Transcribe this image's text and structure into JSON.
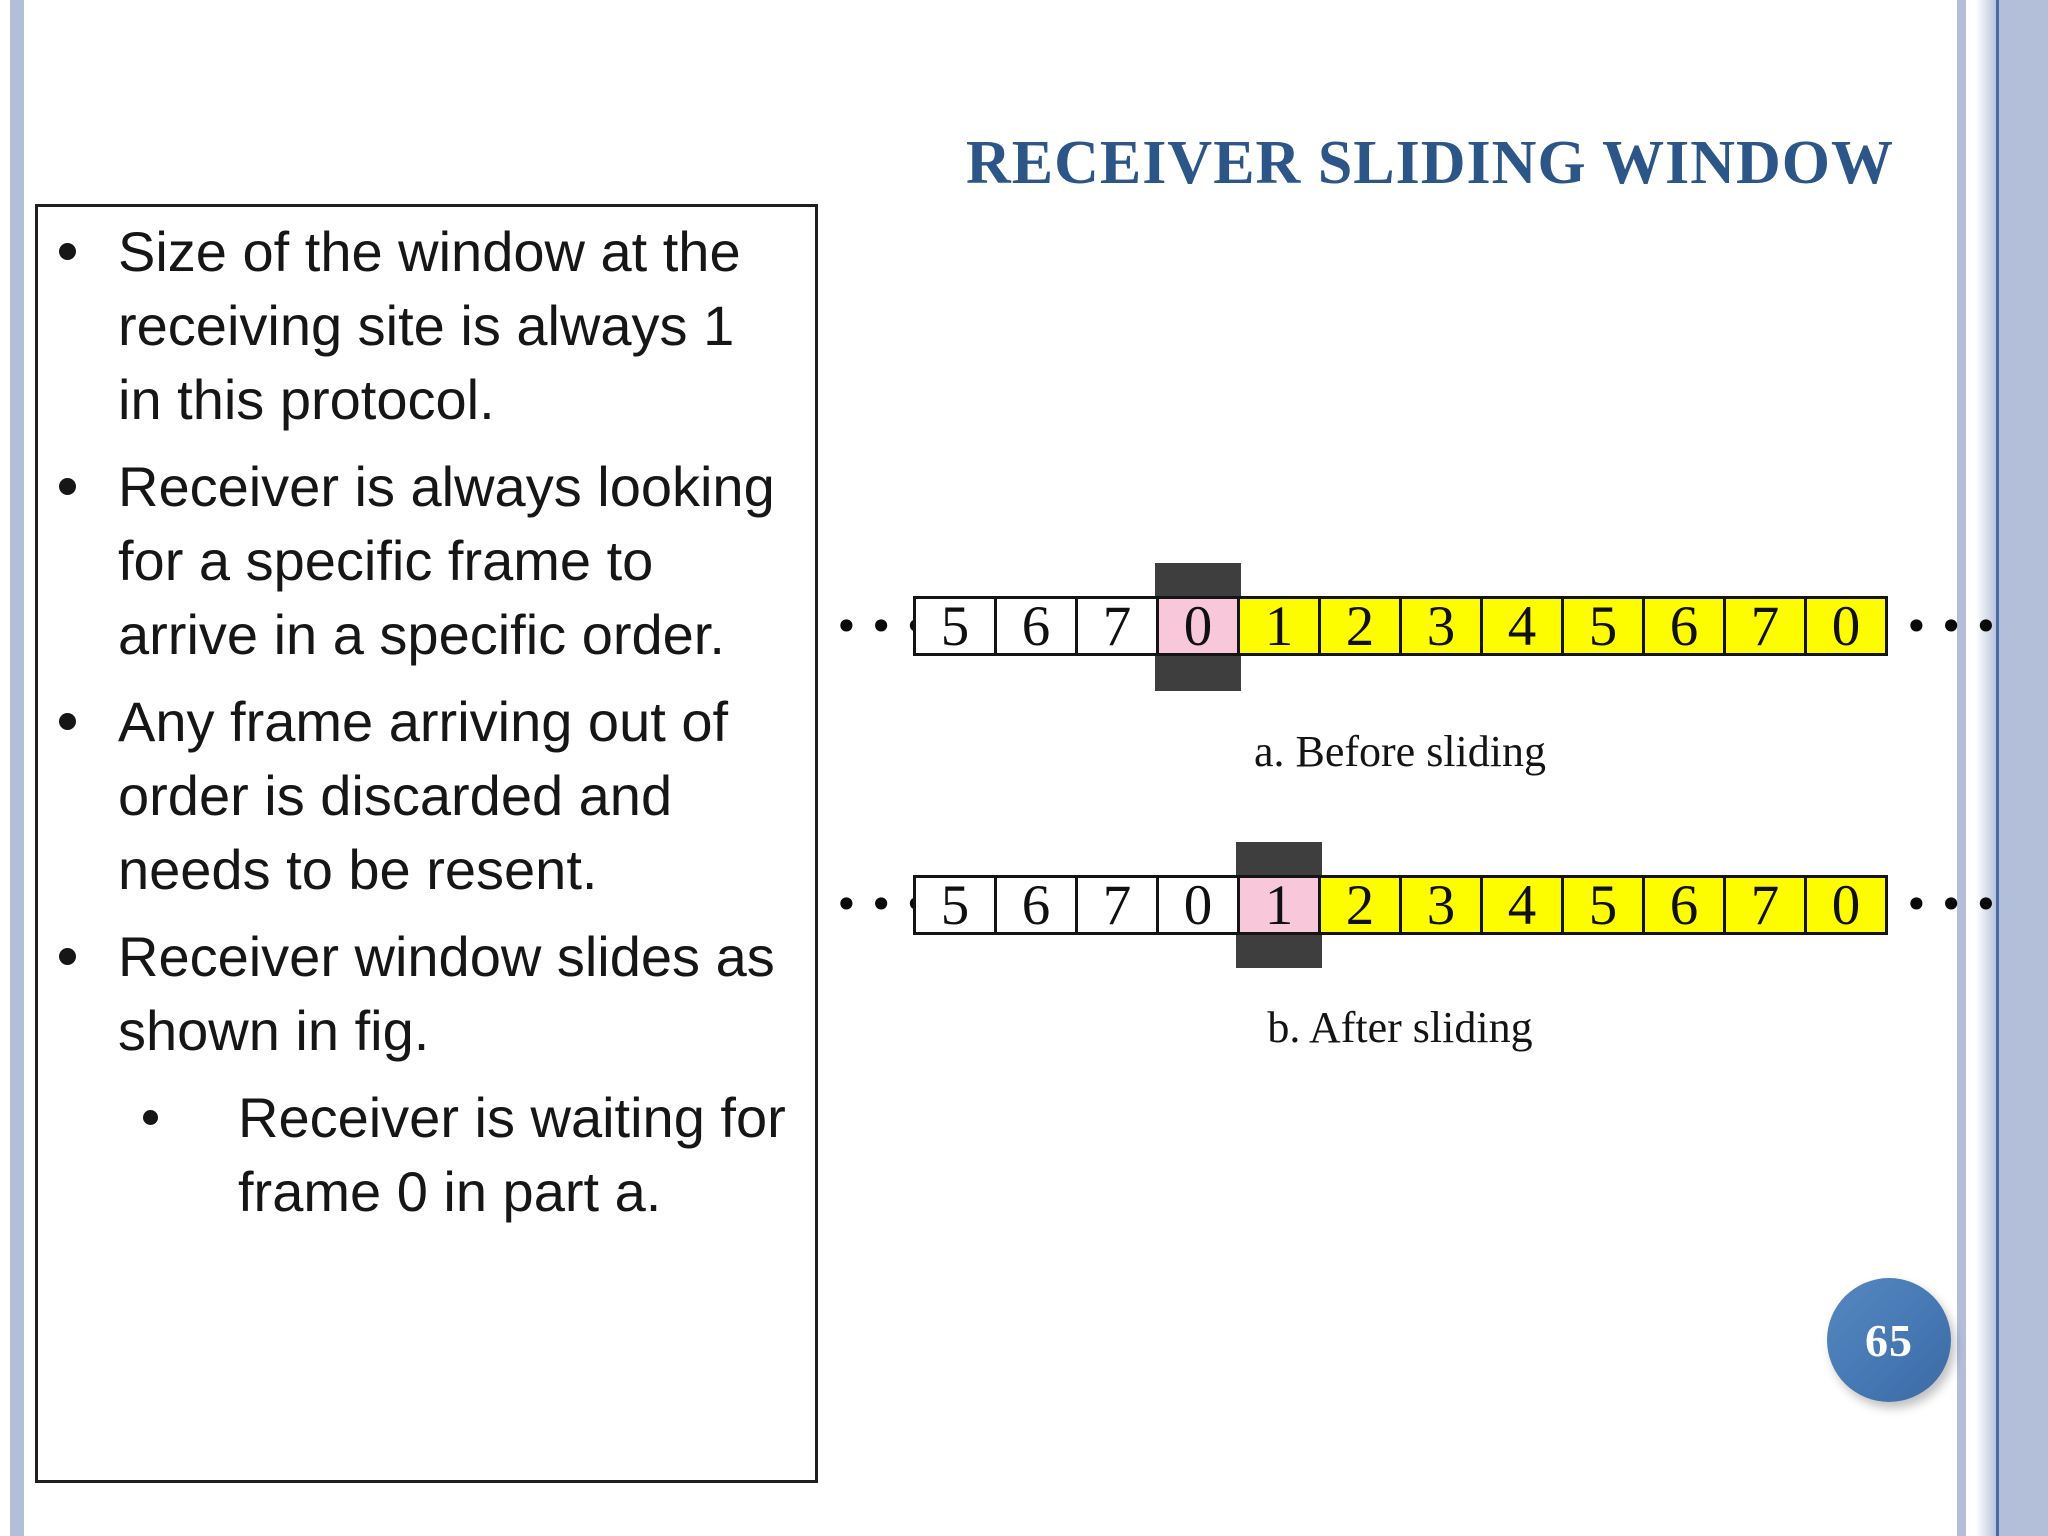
{
  "colors": {
    "title": "#2b5687",
    "badge": "#4678b3",
    "stripe": "#b3bed9",
    "stripe_line": "#476ba3",
    "window_cell": "#f8c8da",
    "future_cell": "#fdfd00",
    "past_cell": "#ffffff",
    "marker": "#3e3e3e"
  },
  "slide": {
    "title": "RECEIVER SLIDING WINDOW",
    "page_number": "65"
  },
  "notes": {
    "bullets": [
      {
        "level": 1,
        "text": "Size of the window at the receiving site is always 1 in this protocol."
      },
      {
        "level": 1,
        "text": "Receiver is always looking for a specific frame to arrive in a specific order."
      },
      {
        "level": 1,
        "text": "Any frame arriving out of order is discarded and needs to be resent."
      },
      {
        "level": 1,
        "text": "Receiver window slides as shown in fig."
      },
      {
        "level": 2,
        "text": "Receiver is waiting for frame 0 in part a."
      }
    ]
  },
  "diagram": {
    "ellipsis": "•••",
    "rows": [
      {
        "id": "a",
        "caption": "a. Before sliding",
        "cells": [
          {
            "v": "5",
            "state": "past"
          },
          {
            "v": "6",
            "state": "past"
          },
          {
            "v": "7",
            "state": "past"
          },
          {
            "v": "0",
            "state": "window"
          },
          {
            "v": "1",
            "state": "future"
          },
          {
            "v": "2",
            "state": "future"
          },
          {
            "v": "3",
            "state": "future"
          },
          {
            "v": "4",
            "state": "future"
          },
          {
            "v": "5",
            "state": "future"
          },
          {
            "v": "6",
            "state": "future"
          },
          {
            "v": "7",
            "state": "future"
          },
          {
            "v": "0",
            "state": "future"
          }
        ]
      },
      {
        "id": "b",
        "caption": "b. After sliding",
        "cells": [
          {
            "v": "5",
            "state": "past"
          },
          {
            "v": "6",
            "state": "past"
          },
          {
            "v": "7",
            "state": "past"
          },
          {
            "v": "0",
            "state": "past"
          },
          {
            "v": "1",
            "state": "window"
          },
          {
            "v": "2",
            "state": "future"
          },
          {
            "v": "3",
            "state": "future"
          },
          {
            "v": "4",
            "state": "future"
          },
          {
            "v": "5",
            "state": "future"
          },
          {
            "v": "6",
            "state": "future"
          },
          {
            "v": "7",
            "state": "future"
          },
          {
            "v": "0",
            "state": "future"
          }
        ]
      }
    ]
  }
}
